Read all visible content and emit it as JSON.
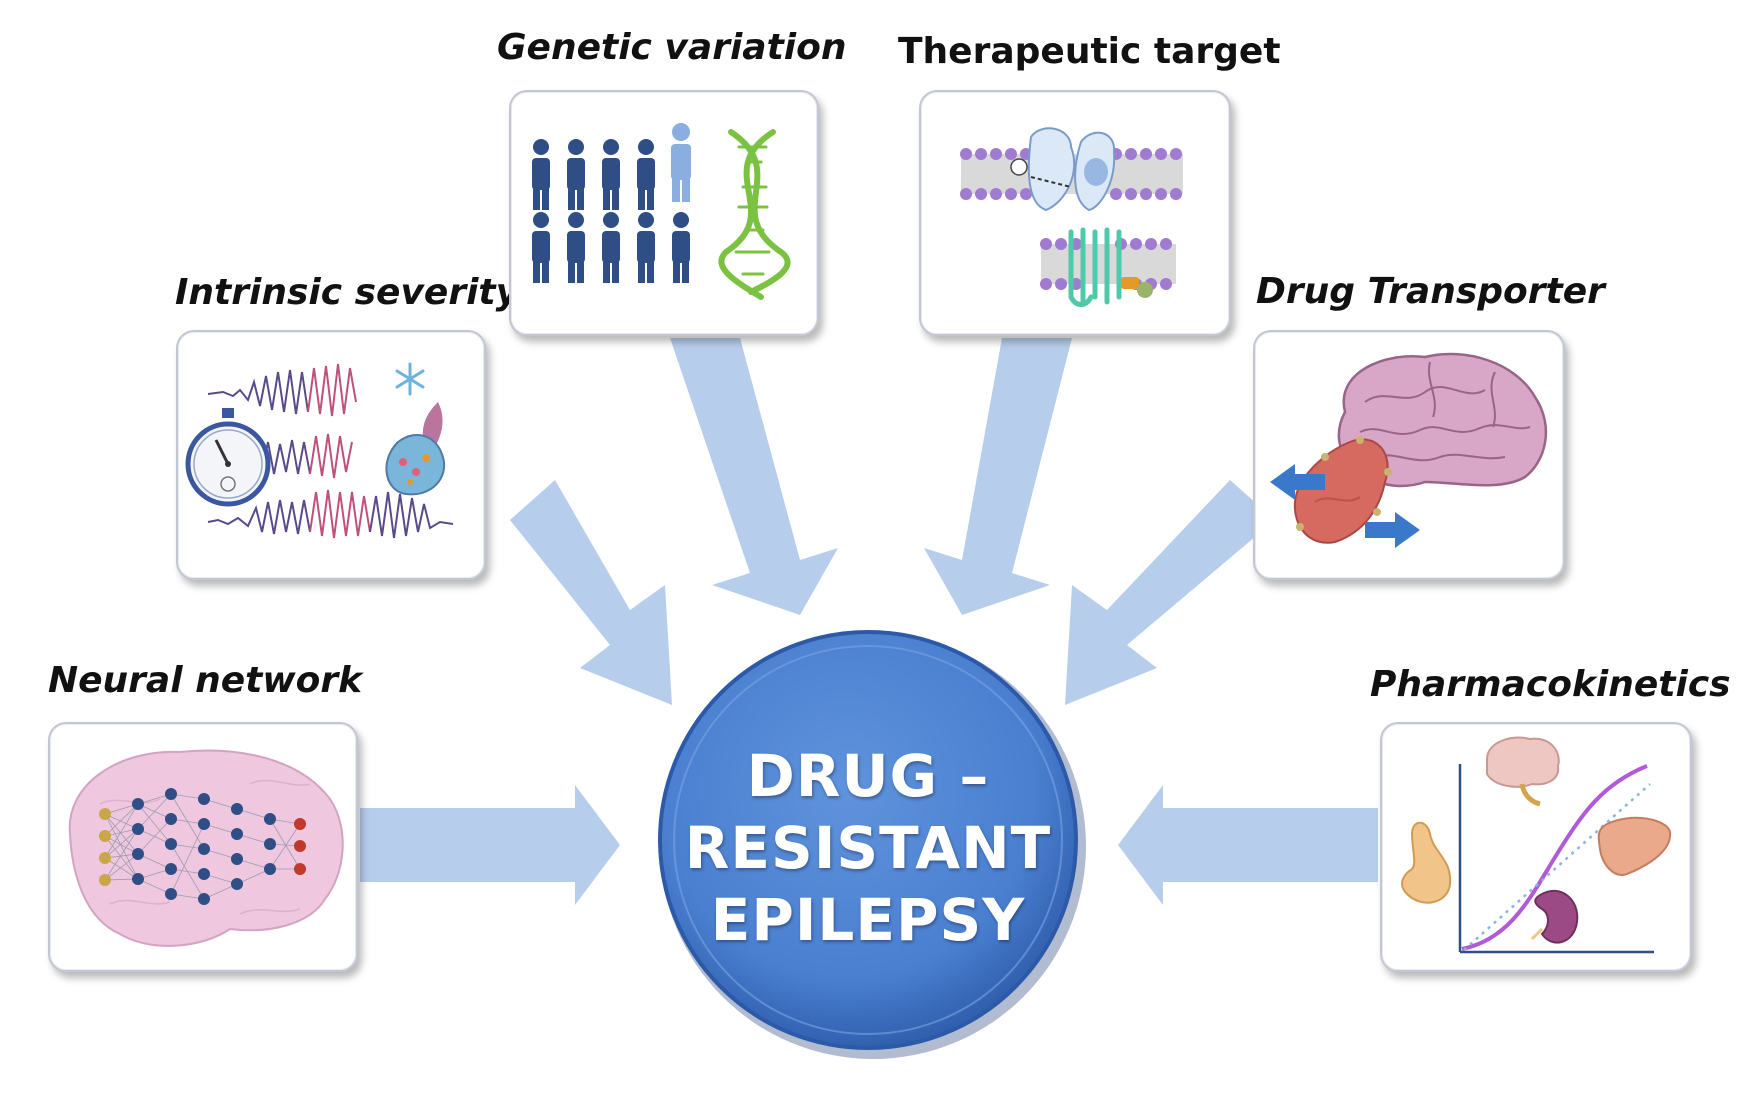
{
  "center": {
    "line1": "DRUG –",
    "line2": "RESISTANT",
    "line3": "EPILEPSY"
  },
  "factors": {
    "genetic": "Genetic variation",
    "therapeutic": "Therapeutic target",
    "severity": "Intrinsic severity",
    "transporter": "Drug Transporter",
    "network": "Neural network",
    "pharmaco": "Pharmacokinetics"
  },
  "colors": {
    "arrow": "#b7cdec",
    "circle": "#4a7fd0",
    "circle_dark": "#2c5aa8",
    "people": "#2f4e86",
    "people_highlight": "#8aaee0",
    "dna": "#7cc242",
    "membrane": "#a07bd1",
    "brain": "#d8a6c6",
    "vessel": "#d66a61"
  }
}
